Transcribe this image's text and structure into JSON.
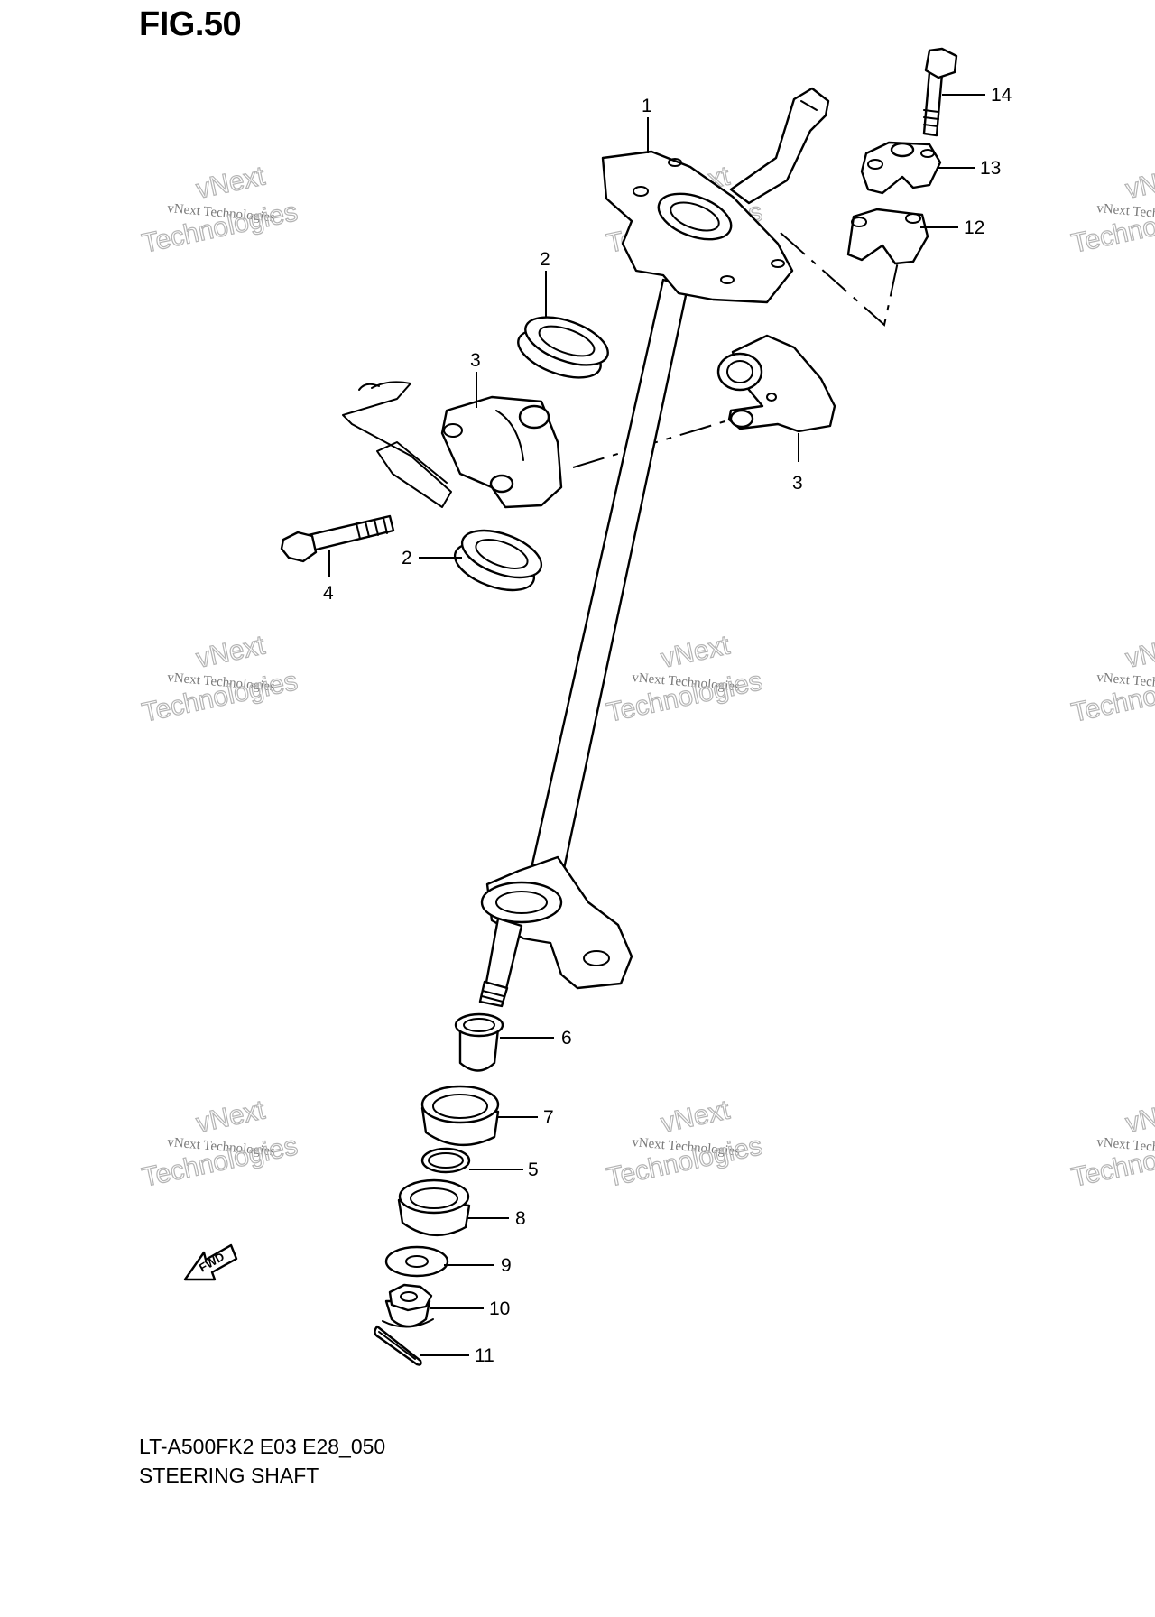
{
  "figure": {
    "title": "FIG.50",
    "model_code": "LT-A500FK2 E03 E28_050",
    "name": "STEERING SHAFT"
  },
  "watermark": {
    "line1": "vNext",
    "line2": "vNext Technologies",
    "line3": "Technologies"
  },
  "fwd_label": "FWD",
  "callouts": [
    {
      "id": "1",
      "label": "1"
    },
    {
      "id": "2a",
      "label": "2"
    },
    {
      "id": "2b",
      "label": "2"
    },
    {
      "id": "3a",
      "label": "3"
    },
    {
      "id": "3b",
      "label": "3"
    },
    {
      "id": "4",
      "label": "4"
    },
    {
      "id": "5",
      "label": "5"
    },
    {
      "id": "6",
      "label": "6"
    },
    {
      "id": "7",
      "label": "7"
    },
    {
      "id": "8",
      "label": "8"
    },
    {
      "id": "9",
      "label": "9"
    },
    {
      "id": "10",
      "label": "10"
    },
    {
      "id": "11",
      "label": "11"
    },
    {
      "id": "12",
      "label": "12"
    },
    {
      "id": "13",
      "label": "13"
    },
    {
      "id": "14",
      "label": "14"
    }
  ]
}
